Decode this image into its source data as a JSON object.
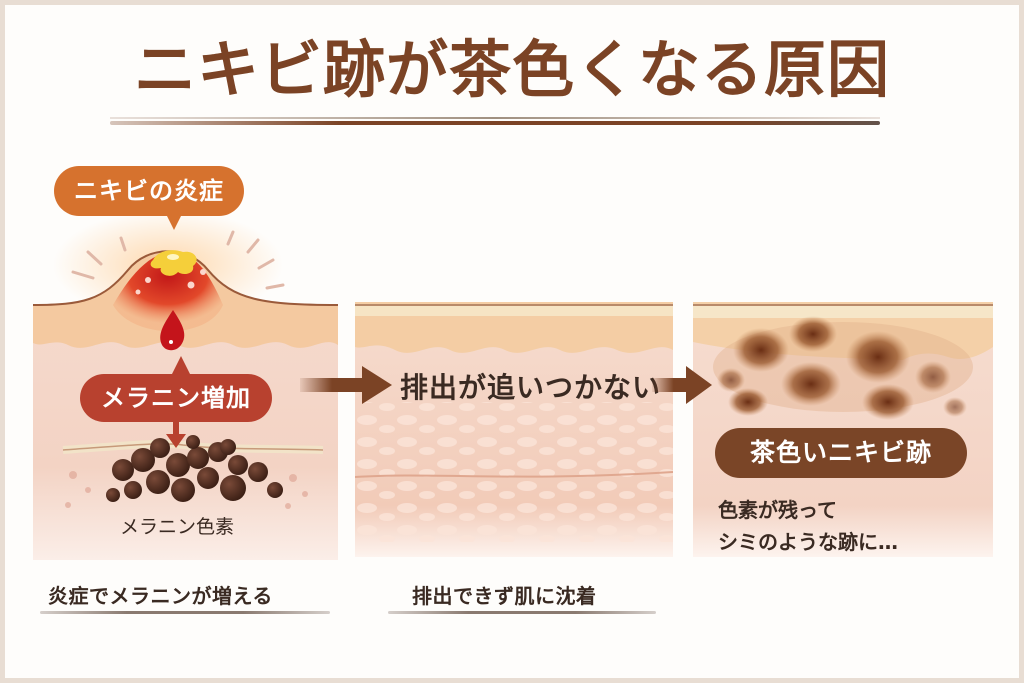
{
  "title": "ニキビ跡が茶色くなる原因",
  "colors": {
    "title": "#7b4325",
    "inflammation_bubble": "#d6722e",
    "melanin_bubble": "#b8412f",
    "result_bubble": "#7a4527",
    "arrow": "#7b4325",
    "text": "#3a2a22"
  },
  "steps": [
    {
      "bubble": "ニキビの炎症",
      "sub_bubble": "メラニン増加",
      "illustration_label": "メラニン色素",
      "caption": "炎症でメラニンが増える"
    },
    {
      "label": "排出が追いつかない",
      "caption": "排出できず肌に沈着"
    },
    {
      "bubble": "茶色いニキビ跡",
      "description_line1": "色素が残って",
      "description_line2": "シミのような跡に…"
    }
  ],
  "icons": [
    "arrow-right-icon",
    "arrow-right-icon",
    "arrow-down-icon"
  ]
}
